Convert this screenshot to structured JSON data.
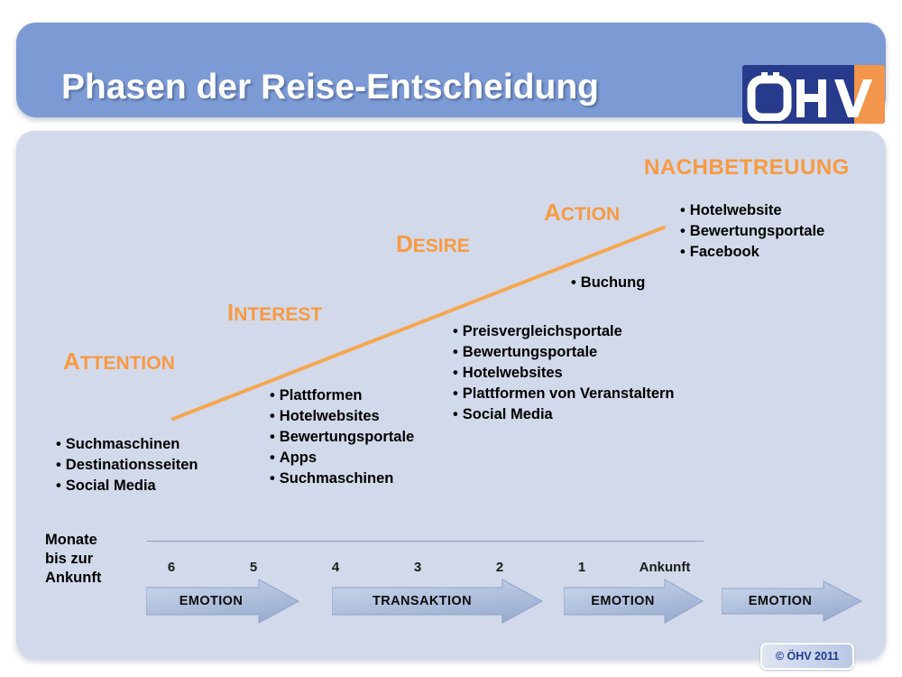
{
  "header": {
    "title": "Phasen der Reise-Entscheidung",
    "logo": {
      "text": "ÖHV",
      "blue": "#283a8c",
      "orange": "#f3954a"
    }
  },
  "theme": {
    "header_bar": "#7c9ad4",
    "panel": "#d2d9ea",
    "accent_orange": "#f79a41",
    "arrow_fill": "#b4c4e0",
    "text": "#000000"
  },
  "stages": [
    {
      "id": "attention",
      "label_cap": "A",
      "label_rest": "TTENTION",
      "style": "smallcaps",
      "items": [
        "Suchmaschinen",
        "Destinationsseiten",
        "Social Media"
      ]
    },
    {
      "id": "interest",
      "label_cap": "I",
      "label_rest": "NTEREST",
      "style": "smallcaps",
      "items": [
        "Plattformen",
        "Hotelwebsites",
        "Bewertungsportale",
        "Apps",
        "Suchmaschinen"
      ]
    },
    {
      "id": "desire",
      "label_cap": "D",
      "label_rest": "ESIRE",
      "style": "smallcaps",
      "items": [
        "Preisvergleichsportale",
        "Bewertungsportale",
        "Hotelwebsites",
        "Plattformen von Veranstaltern",
        "Social Media"
      ]
    },
    {
      "id": "action",
      "label_cap": "A",
      "label_rest": "CTION",
      "style": "smallcaps",
      "items": [
        "Buchung"
      ]
    },
    {
      "id": "nachbetreuung",
      "label_plain": "NACHBETREUUNG",
      "style": "allcaps",
      "items": [
        "Hotelwebsite",
        "Bewertungsportale",
        "Facebook"
      ]
    }
  ],
  "timeline": {
    "caption_line1": "Monate",
    "caption_line2": "bis zur",
    "caption_line3": "Ankunft",
    "ticks": [
      "6",
      "5",
      "4",
      "3",
      "2",
      "1",
      "Ankunft"
    ],
    "arrows": [
      {
        "label": "EMOTION"
      },
      {
        "label": "TRANSAKTION"
      },
      {
        "label": "EMOTION"
      },
      {
        "label": "EMOTION"
      }
    ]
  },
  "copyright": "© ÖHV 2011"
}
